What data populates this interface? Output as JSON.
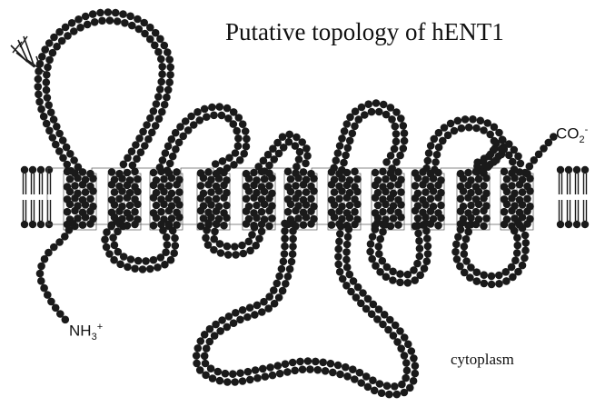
{
  "diagram": {
    "title": "Putative topology of hENT1",
    "region_label": "cytoplasm",
    "n_terminus": {
      "base": "NH",
      "sub": "3",
      "sup": "+"
    },
    "c_terminus": {
      "base": "CO",
      "sub": "2",
      "sup": "-"
    },
    "colors": {
      "residue": "#1a1a1a",
      "membrane_line": "#555555",
      "background": "#ffffff"
    }
  }
}
